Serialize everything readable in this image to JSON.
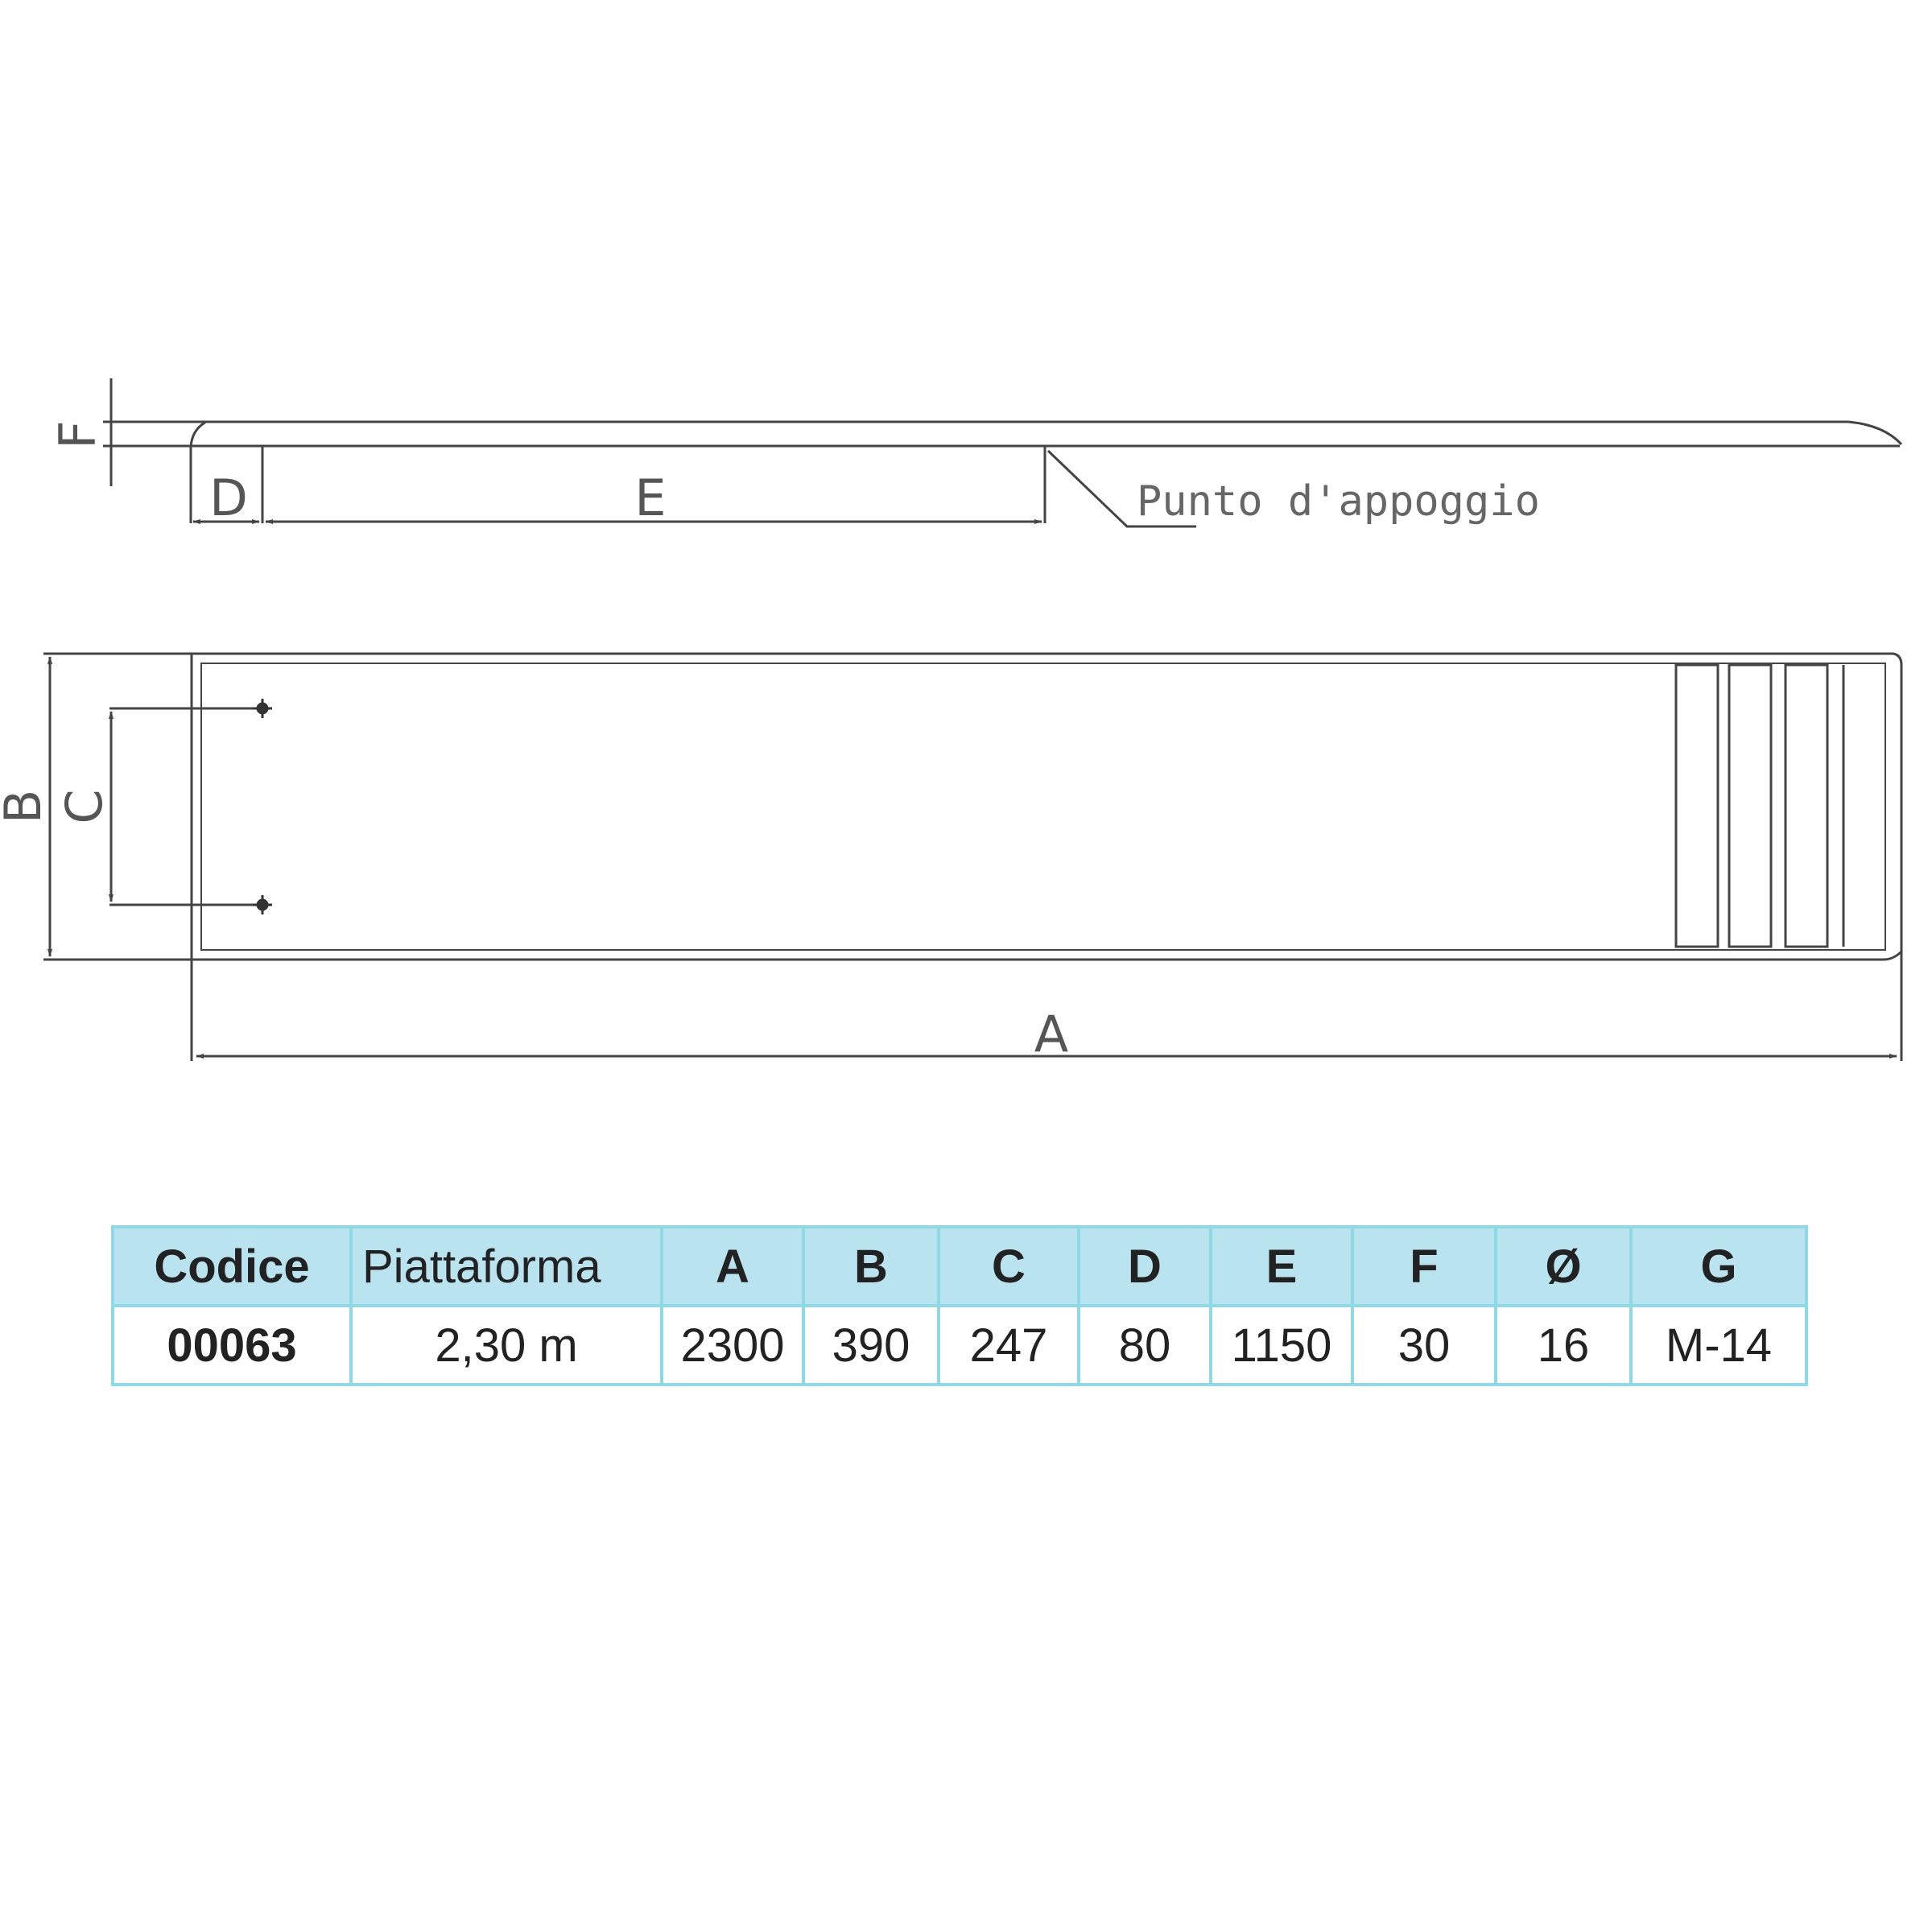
{
  "drawing": {
    "side_view": {
      "labels": {
        "F": "F",
        "D": "D",
        "E": "E"
      },
      "callout": "Punto d'appoggio"
    },
    "top_view": {
      "labels": {
        "B": "B",
        "C": "C",
        "A": "A"
      }
    },
    "colors": {
      "line": "#444444",
      "label": "#555555"
    }
  },
  "table": {
    "headers": [
      "Codice",
      "Piattaforma",
      "A",
      "B",
      "C",
      "D",
      "E",
      "F",
      "Ø",
      "G"
    ],
    "rows": [
      [
        "00063",
        "2,30 m",
        "2300",
        "390",
        "247",
        "80",
        "1150",
        "30",
        "16",
        "M-14"
      ]
    ],
    "colors": {
      "header_bg": "#b9e4ef",
      "border": "#8fd8e6"
    }
  }
}
